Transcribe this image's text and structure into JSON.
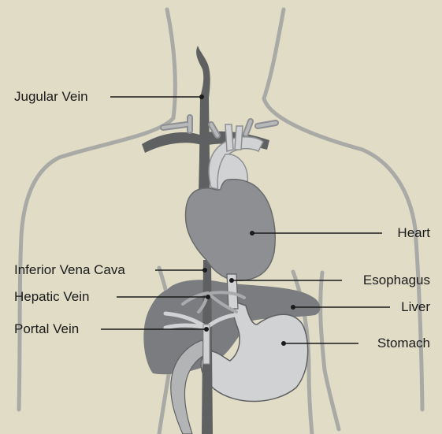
{
  "labels": {
    "jugular_vein": "Jugular Vein",
    "heart": "Heart",
    "inferior_vena_cava": "Inferior Vena Cava",
    "esophagus": "Esophagus",
    "hepatic_vein": "Hepatic Vein",
    "liver": "Liver",
    "portal_vein": "Portal Vein",
    "stomach": "Stomach"
  },
  "colors": {
    "background": "#e0dcc6",
    "body_outline": "#a9aaa6",
    "vein_dark": "#5f6062",
    "organ_mid": "#8e8f92",
    "organ_light": "#d1d2d4",
    "liver": "#7b7c7f",
    "leader_line": "#1a1a1a"
  }
}
